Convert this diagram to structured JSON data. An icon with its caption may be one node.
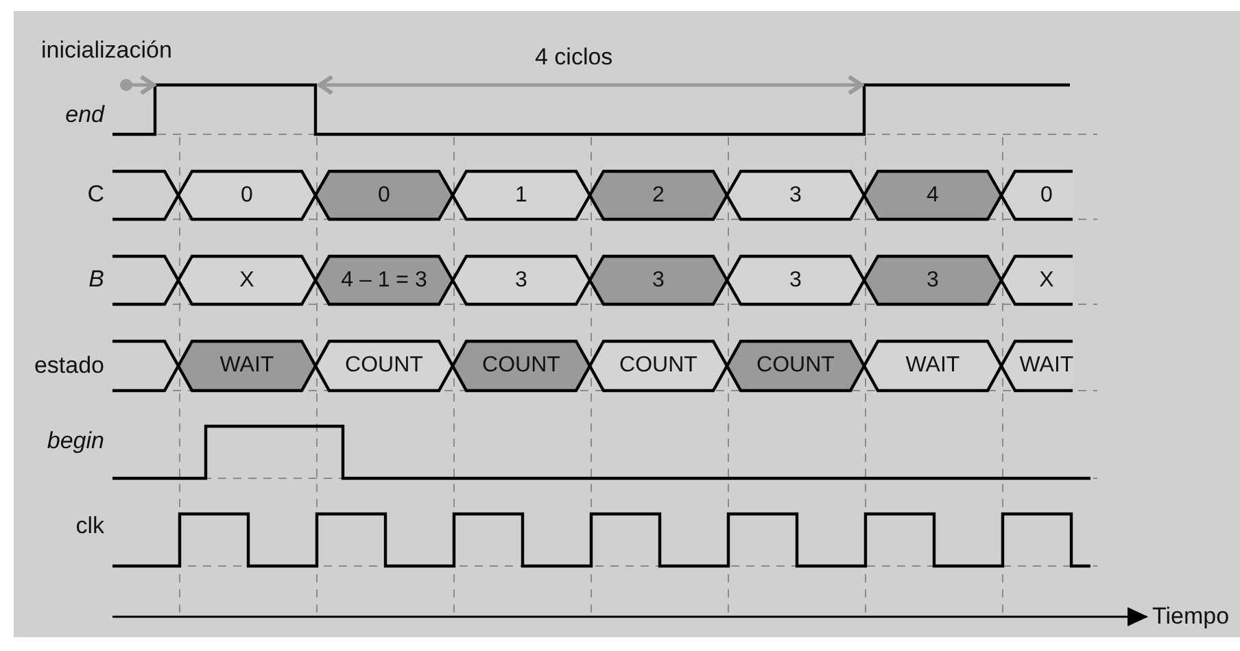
{
  "diagram": {
    "nodes": [
      {
        "text": [
          "0"
        ]
      },
      {
        "text": [
          "0"
        ]
      },
      {
        "text": [
          "1"
        ]
      },
      {
        "text": [
          "2"
        ]
      },
      {
        "text": [
          "3"
        ]
      },
      {
        "text": [
          "4"
        ]
      },
      {
        "text": [
          "0"
        ]
      },
      {
        "text": [
          "X"
        ]
      },
      {
        "text": [
          "4 – 1 = 3"
        ]
      },
      {
        "text": [
          "3"
        ]
      },
      {
        "text": [
          "3"
        ]
      },
      {
        "text": [
          "3"
        ]
      },
      {
        "text": [
          "3"
        ]
      },
      {
        "text": [
          "X"
        ]
      },
      {
        "text": [
          "WAIT"
        ]
      },
      {
        "text": [
          "COUNT"
        ]
      },
      {
        "text": [
          "COUNT"
        ]
      },
      {
        "text": [
          "COUNT"
        ]
      },
      {
        "text": [
          "COUNT"
        ]
      },
      {
        "text": [
          "WAIT"
        ]
      },
      {
        "text": [
          "WAIT"
        ]
      }
    ],
    "labels": [
      "inicialización",
      "4 ciclos",
      "end",
      "C",
      "B",
      "estado",
      "begin",
      "clk",
      "Tiempo"
    ]
  }
}
